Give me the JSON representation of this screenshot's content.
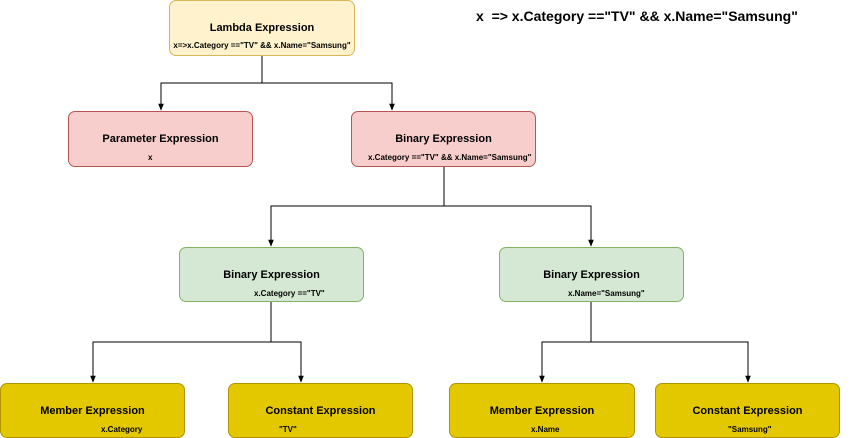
{
  "caption": "x  => x.Category ==\"TV\" && x.Name=\"Samsung\"",
  "nodes": {
    "lambda": {
      "title": "Lambda Expression",
      "sub": "x=>x.Category ==\"TV\" && x.Name=\"Samsung\""
    },
    "parameter": {
      "title": "Parameter Expression",
      "sub": "x"
    },
    "binary_root": {
      "title": "Binary Expression",
      "sub": "x.Category ==\"TV\" && x.Name=\"Samsung\""
    },
    "binary_left": {
      "title": "Binary Expression",
      "sub": "x.Category ==\"TV\""
    },
    "binary_right": {
      "title": "Binary Expression",
      "sub": "x.Name=\"Samsung\""
    },
    "member_cat": {
      "title": "Member Expression",
      "sub": "x.Category"
    },
    "const_tv": {
      "title": "Constant Expression",
      "sub": "\"TV\""
    },
    "member_name": {
      "title": "Member Expression",
      "sub": "x.Name"
    },
    "const_samsung": {
      "title": "Constant Expression",
      "sub": "\"Samsung\""
    }
  },
  "colors": {
    "lambda_fill": "#fff2cc",
    "parameter_fill": "#f8cecc",
    "binary_leaf_fill": "#d5e8d4",
    "leaf_fill": "#e3c800",
    "edge": "#000000"
  }
}
